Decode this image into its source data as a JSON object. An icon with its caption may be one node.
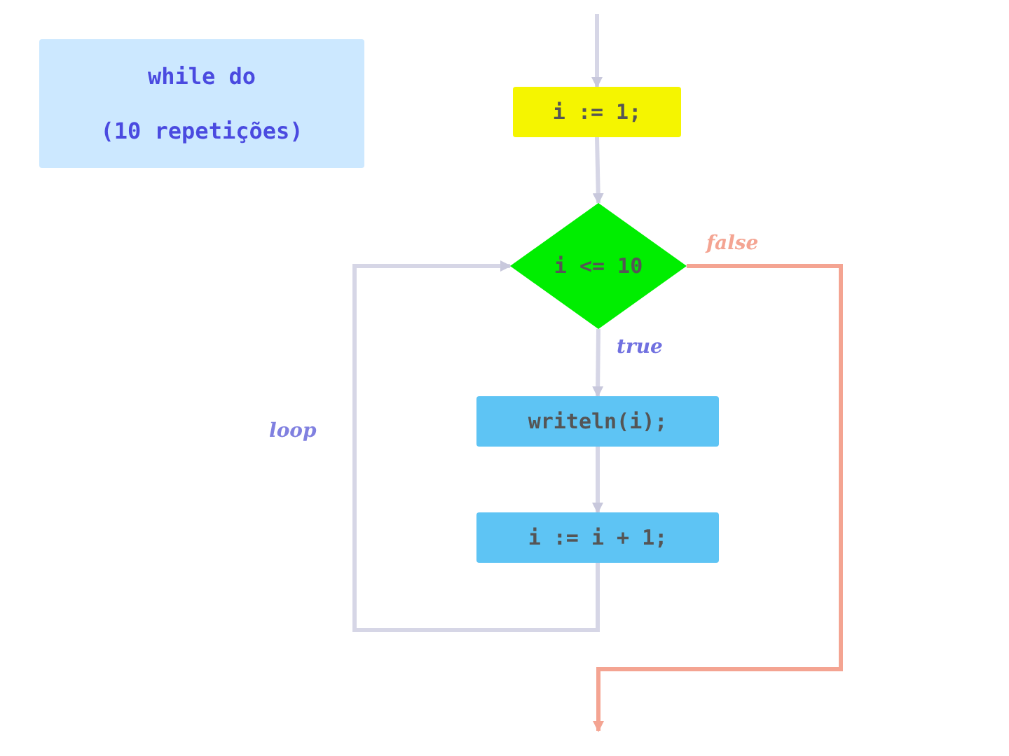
{
  "diagram": {
    "nodes": [
      {
        "text": [
          "while do",
          "(10 repetições)"
        ]
      },
      {
        "text": [
          "i := 1;"
        ]
      },
      {
        "text": [
          "i <= 10"
        ]
      },
      {
        "text": [
          "writeln(i);"
        ]
      },
      {
        "text": [
          "i := i + 1;"
        ]
      }
    ],
    "edges": [
      {
        "from": null,
        "to": 1,
        "arrow": "to"
      },
      {
        "from": 1,
        "to": 2,
        "arrow": "to"
      },
      {
        "from": 2,
        "to": 3,
        "arrow": "to",
        "label": "true"
      },
      {
        "from": 3,
        "to": 4,
        "arrow": "to"
      },
      {
        "from": 4,
        "to": 2,
        "arrow": "to",
        "label": "loop"
      },
      {
        "from": 2,
        "to": null,
        "arrow": "to",
        "label": "false",
        "color": "#f4a492"
      }
    ]
  }
}
